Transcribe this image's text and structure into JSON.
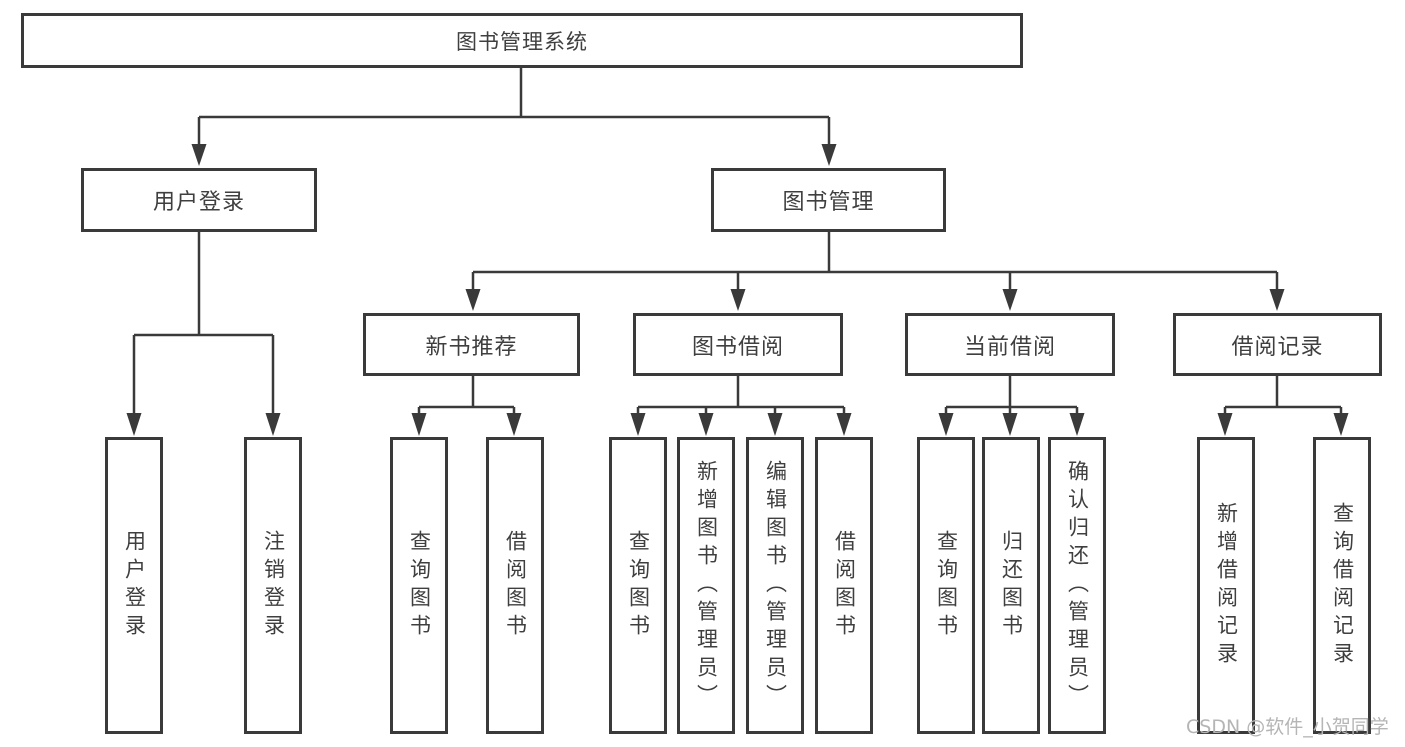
{
  "tree": {
    "root": "图书管理系统",
    "level2": {
      "user_login": {
        "label": "用户登录",
        "children": [
          "用户登录",
          "注销登录"
        ]
      },
      "book_management": {
        "label": "图书管理",
        "sections": {
          "new_book_recommend": {
            "label": "新书推荐",
            "children": [
              "查询图书",
              "借阅图书"
            ]
          },
          "book_borrowing": {
            "label": "图书借阅",
            "children": [
              "查询图书",
              "新增图书（管理员）",
              "编辑图书（管理员）",
              "借阅图书"
            ]
          },
          "current_borrowing": {
            "label": "当前借阅",
            "children": [
              "查询图书",
              "归还图书",
              "确认归还（管理员）"
            ]
          },
          "borrowing_records": {
            "label": "借阅记录",
            "children": [
              "新增借阅记录",
              "查询借阅记录"
            ]
          }
        }
      }
    }
  },
  "watermark": {
    "text": "CSDN @软件_小贺同学"
  },
  "colors": {
    "line": "#3a3a3a",
    "text": "#3f3f3f",
    "watermark": "#b5b5b5",
    "background": "#ffffff"
  }
}
